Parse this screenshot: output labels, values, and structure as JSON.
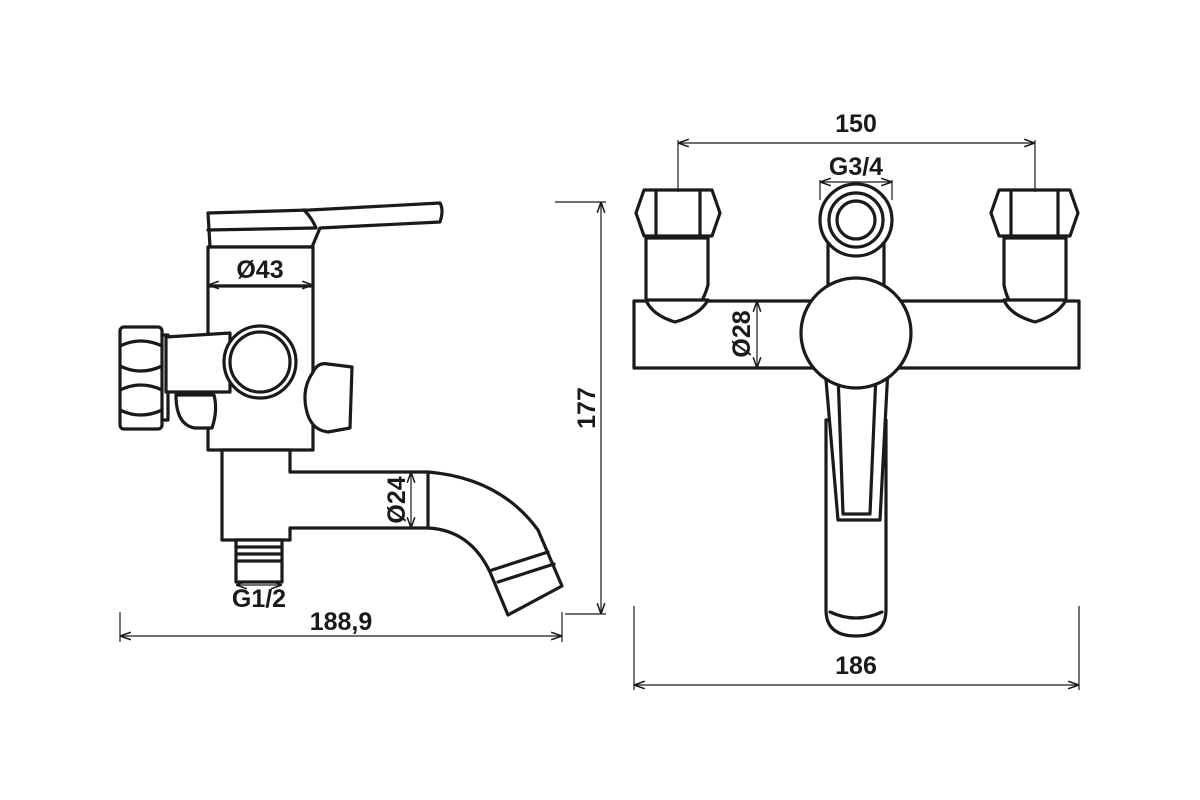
{
  "dimensions": {
    "side_body_diameter": "Ø43",
    "side_spout_diameter": "Ø24",
    "side_outlet_thread": "G1/2",
    "side_total_length": "188,9",
    "total_height": "177",
    "front_center_distance": "150",
    "front_shower_thread": "G3/4",
    "front_bar_diameter": "Ø28",
    "front_total_width": "186"
  },
  "colors": {
    "line": "#1a1a1a",
    "background": "#ffffff"
  }
}
